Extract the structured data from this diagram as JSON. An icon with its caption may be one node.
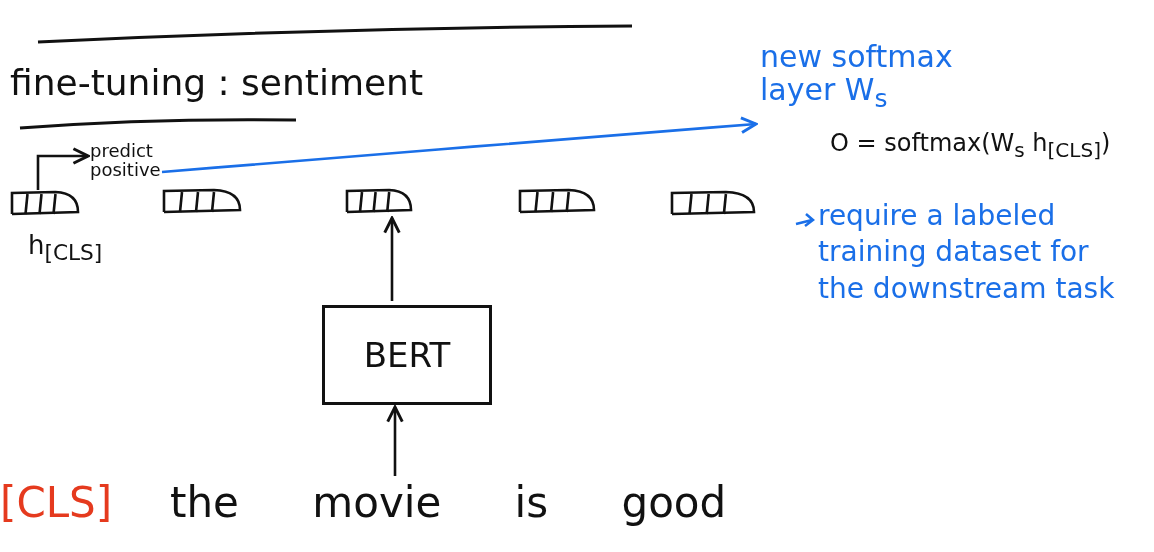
{
  "diagram": {
    "title": "fine-tuning : sentiment",
    "nodes": [
      {
        "text": [],
        "shape": "box",
        "beside": [
          "h$_{[CLS]}$"
        ]
      },
      {
        "text": [],
        "shape": "box"
      },
      {
        "text": [],
        "shape": "box"
      },
      {
        "text": [],
        "shape": "box"
      },
      {
        "text": [],
        "shape": "box"
      },
      {
        "text": [
          "predict positive"
        ]
      },
      {
        "text": [
          "new softmax layer W$_{s}$"
        ]
      },
      {
        "text": [
          "BERT"
        ]
      },
      {
        "text": [
          "[CLS]",
          "the movie is good"
        ]
      }
    ],
    "edges": [
      {
        "from": 0,
        "to": 5,
        "arrow": "to"
      },
      {
        "from": 5,
        "to": 6,
        "arrow": "to",
        "color": "#1a6fe8"
      },
      {
        "from": 8,
        "to": 7,
        "arrow": "to"
      },
      {
        "from": 7,
        "to": 2,
        "arrow": "to"
      }
    ],
    "labels": [
      "O = softmax(W$_{s}$ h$_{[CLS]}$)",
      "require a labeled training dataset for the downstream task"
    ]
  }
}
